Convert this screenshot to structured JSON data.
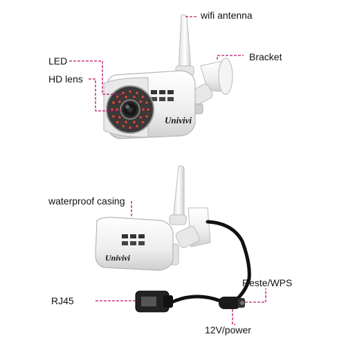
{
  "labels": {
    "wifi_antenna": "wifi antenna",
    "bracket": "Bracket",
    "led": "LED",
    "hd_lens": "HD lens",
    "waterproof_casing": "waterproof casing",
    "reset_wps": "Reste/WPS",
    "rj45": "RJ45",
    "power": "12V/power"
  },
  "brand": "Univivi",
  "colors": {
    "leader_line": "#c0106a",
    "camera_body": "#f2f2f2",
    "cable": "#111111"
  }
}
